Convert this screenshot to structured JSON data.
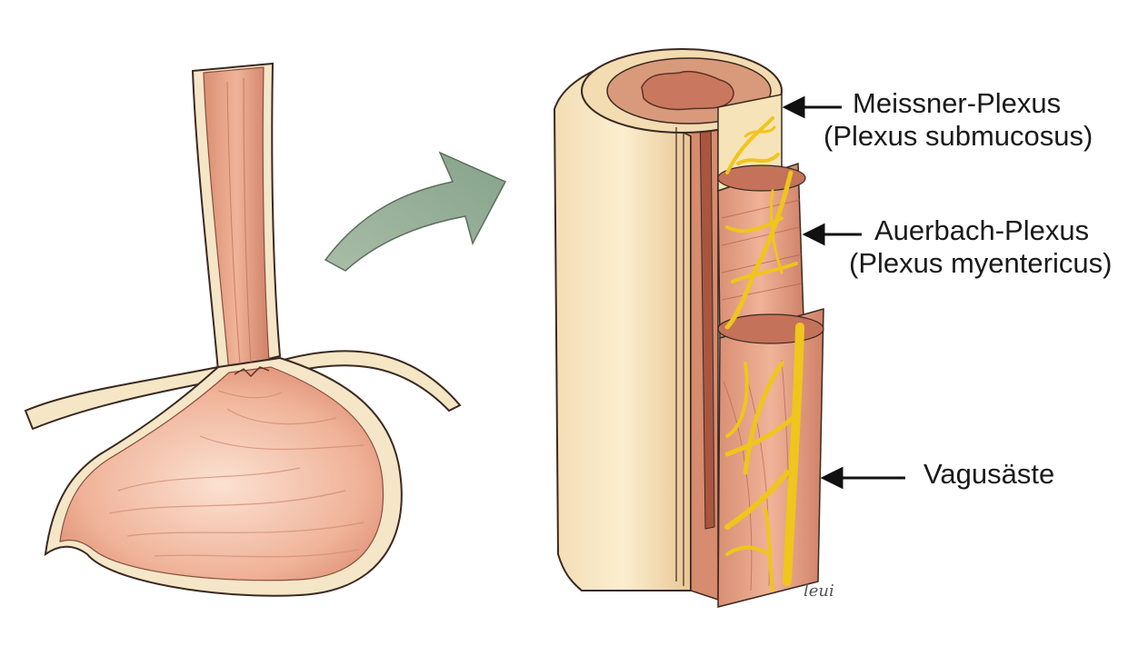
{
  "labels": {
    "meissner": {
      "line1": "Meissner-Plexus",
      "line2": "(Plexus submucosus)"
    },
    "auerbach": {
      "line1": "Auerbach-Plexus",
      "line2": "(Plexus myentericus)"
    },
    "vagus": {
      "line1": "Vagusäste"
    }
  },
  "signature": "leui",
  "colors": {
    "tissue": "#eeb399",
    "tissue_dark": "#c97b62",
    "serosa": "#f6e2b9",
    "nerve": "#f3cf26",
    "arrow": "#9fb59f",
    "outline": "#3a2a22"
  }
}
